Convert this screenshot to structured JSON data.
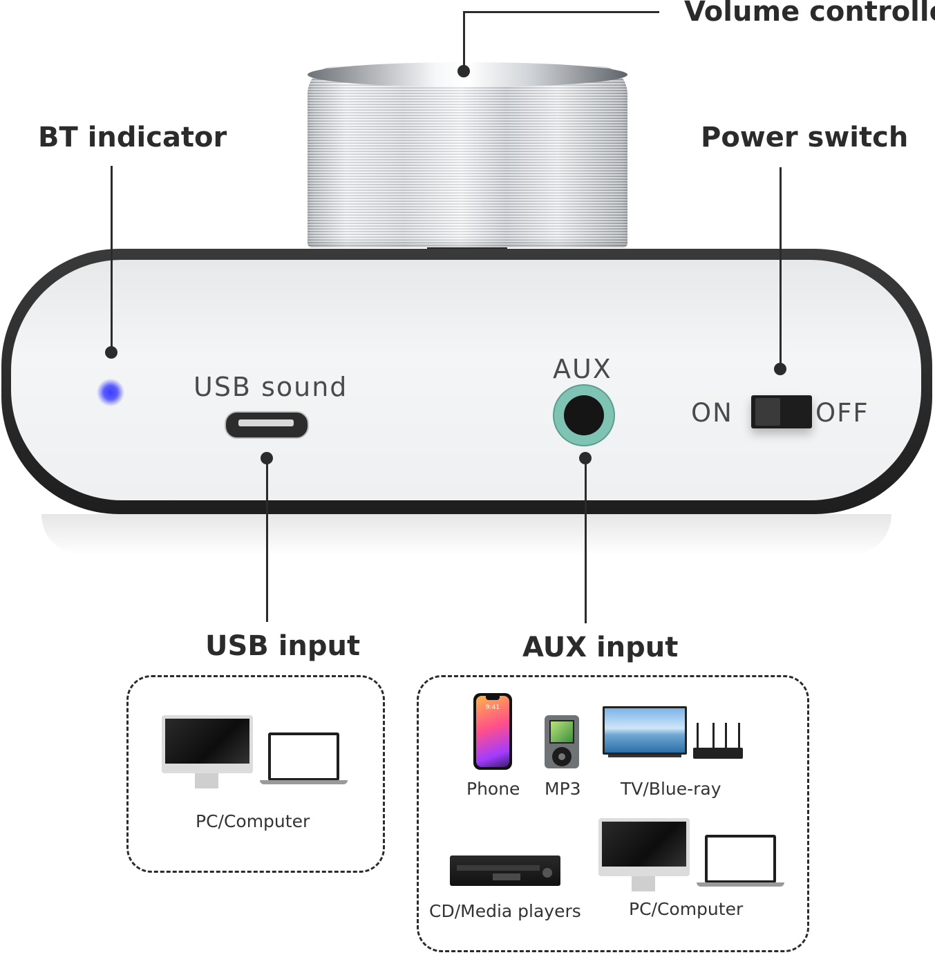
{
  "callouts": {
    "volume_controller": "Volume controller",
    "bt_indicator": "BT indicator",
    "power_switch": "Power switch",
    "usb_input": "USB input",
    "aux_input": "AUX input"
  },
  "panel": {
    "usb_label": "USB sound",
    "aux_label": "AUX",
    "switch_on": "ON",
    "switch_off": "OFF"
  },
  "usb_box": {
    "devices": [
      "PC/Computer"
    ]
  },
  "aux_box": {
    "devices": [
      "Phone",
      "MP3",
      "TV/Blue-ray",
      "CD/Media players",
      "PC/Computer"
    ],
    "phone_time": "9:41"
  },
  "colors": {
    "bt_led": "#3b3cff",
    "aux_ring": "#7ec3b3",
    "device_frame": "#2a2a2a",
    "text": "#2b2b2b"
  }
}
